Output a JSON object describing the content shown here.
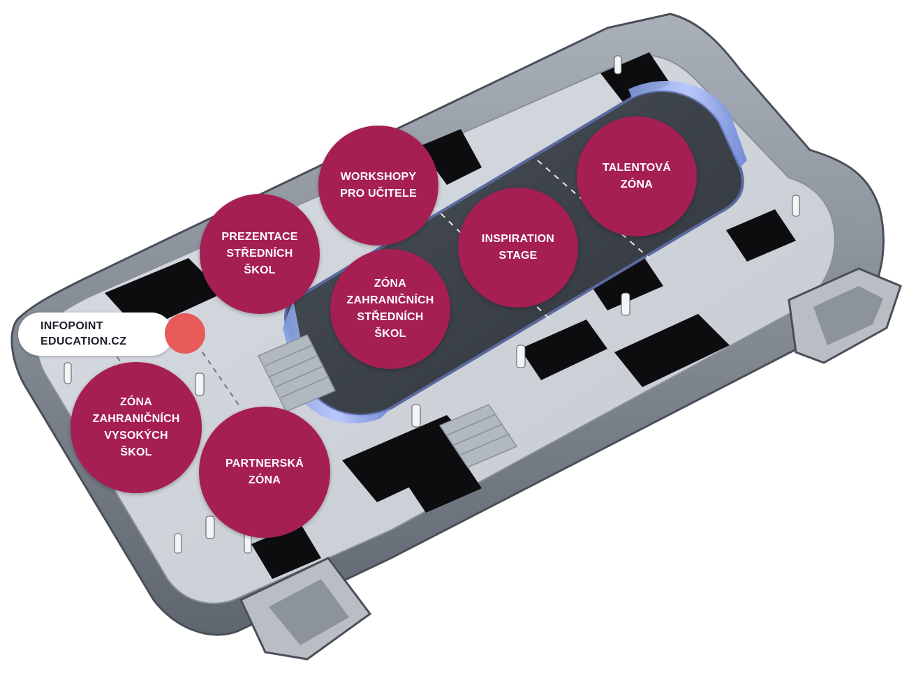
{
  "zones": {
    "workshopy": {
      "lines": [
        "WORKSHOPY",
        "PRO UČITELE"
      ]
    },
    "prezentace": {
      "lines": [
        "PREZENTACE",
        "STŘEDNÍCH",
        "ŠKOL"
      ]
    },
    "inspiration": {
      "lines": [
        "INSPIRATION",
        "STAGE"
      ]
    },
    "talentova": {
      "lines": [
        "TALENTOVÁ",
        "ZÓNA"
      ]
    },
    "zahranicni_stredni": {
      "lines": [
        "ZÓNA",
        "ZAHRANIČNÍCH",
        "STŘEDNÍCH",
        "ŠKOL"
      ]
    },
    "zahranicni_vysoke": {
      "lines": [
        "ZÓNA",
        "ZAHRANIČNÍCH",
        "VYSOKÝCH",
        "ŠKOL"
      ]
    },
    "partnerska": {
      "lines": [
        "PARTNERSKÁ",
        "ZÓNA"
      ]
    }
  },
  "infopoint": {
    "lines": [
      "INFOPOINT",
      "EDUCATION.CZ"
    ]
  },
  "colors": {
    "zone": "#a61f52",
    "infopoint_dot": "#e85a5a",
    "label_text": "#1e1e2a"
  }
}
